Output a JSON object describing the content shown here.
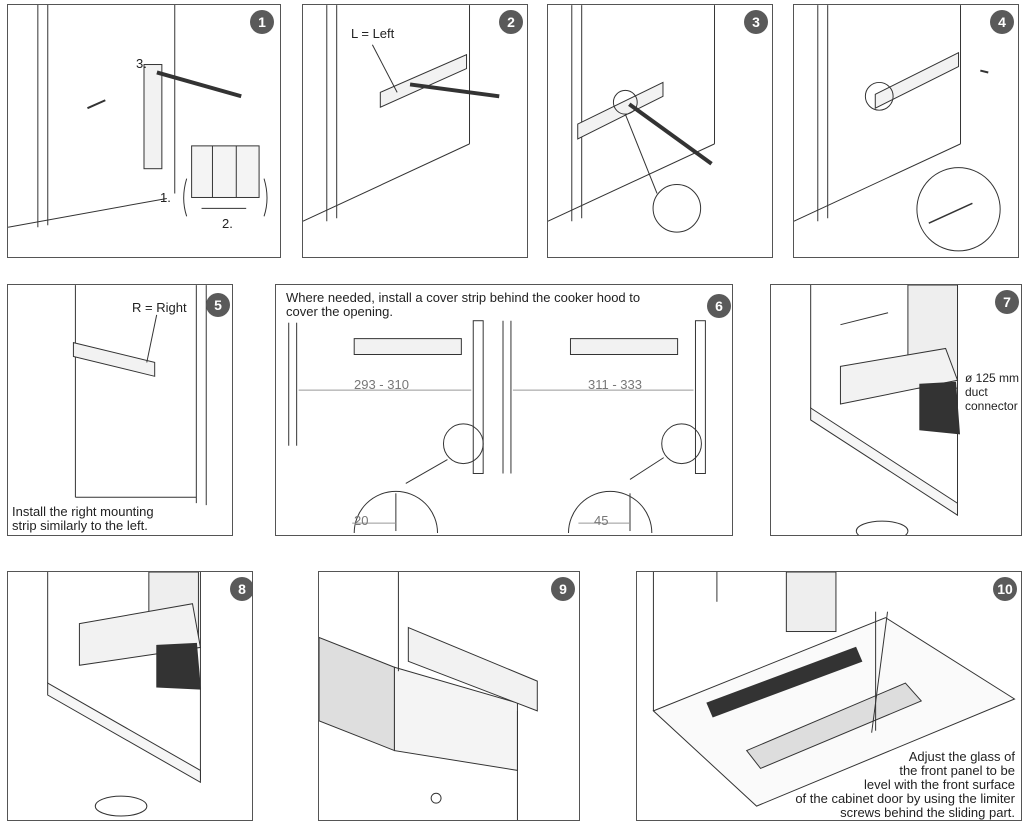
{
  "steps": [
    {
      "number": "1",
      "labels": {
        "a": "3.",
        "b": "1.",
        "c": "2."
      }
    },
    {
      "number": "2",
      "label": "L = Left"
    },
    {
      "number": "3"
    },
    {
      "number": "4"
    },
    {
      "number": "5",
      "label": "R = Right",
      "caption": [
        "Install the right mounting",
        "strip similarly to the left."
      ]
    },
    {
      "number": "6",
      "caption": [
        "Where needed, install a cover strip behind the cooker hood to",
        "cover the opening."
      ],
      "left_range": "293 - 310",
      "right_range": "311 - 333",
      "left_dim": "20",
      "right_dim": "45"
    },
    {
      "number": "7",
      "label": [
        "ø 125 mm",
        "duct",
        "connector"
      ]
    },
    {
      "number": "8"
    },
    {
      "number": "9"
    },
    {
      "number": "10",
      "caption": [
        "Adjust the glass of",
        "the front panel to be",
        "level with the front surface",
        "of the cabinet door by using the limiter",
        "screws behind the sliding part."
      ]
    }
  ]
}
